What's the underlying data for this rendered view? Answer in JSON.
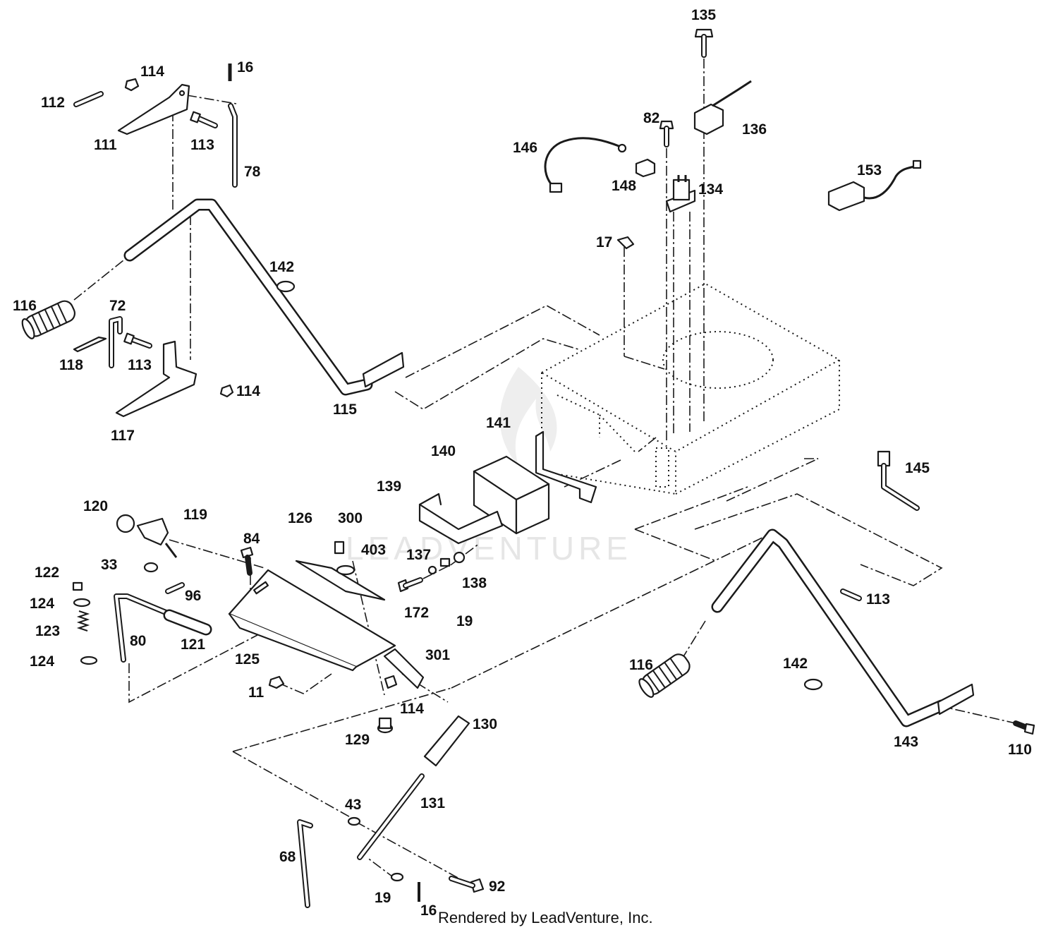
{
  "diagram": {
    "callouts": [
      {
        "id": "c-135",
        "text": "135"
      },
      {
        "id": "c-16-top",
        "text": "16"
      },
      {
        "id": "c-114-top",
        "text": "114"
      },
      {
        "id": "c-112",
        "text": "112"
      },
      {
        "id": "c-111",
        "text": "111"
      },
      {
        "id": "c-113-top",
        "text": "113"
      },
      {
        "id": "c-78",
        "text": "78"
      },
      {
        "id": "c-82",
        "text": "82"
      },
      {
        "id": "c-136",
        "text": "136"
      },
      {
        "id": "c-146",
        "text": "146"
      },
      {
        "id": "c-148",
        "text": "148"
      },
      {
        "id": "c-134",
        "text": "134"
      },
      {
        "id": "c-153",
        "text": "153"
      },
      {
        "id": "c-17",
        "text": "17"
      },
      {
        "id": "c-142-top",
        "text": "142"
      },
      {
        "id": "c-116-left",
        "text": "116"
      },
      {
        "id": "c-72",
        "text": "72"
      },
      {
        "id": "c-118",
        "text": "118"
      },
      {
        "id": "c-113-mid",
        "text": "113"
      },
      {
        "id": "c-114-mid",
        "text": "114"
      },
      {
        "id": "c-115",
        "text": "115"
      },
      {
        "id": "c-117",
        "text": "117"
      },
      {
        "id": "c-141",
        "text": "141"
      },
      {
        "id": "c-140",
        "text": "140"
      },
      {
        "id": "c-139",
        "text": "139"
      },
      {
        "id": "c-145",
        "text": "145"
      },
      {
        "id": "c-120",
        "text": "120"
      },
      {
        "id": "c-119",
        "text": "119"
      },
      {
        "id": "c-126",
        "text": "126"
      },
      {
        "id": "c-300",
        "text": "300"
      },
      {
        "id": "c-84",
        "text": "84"
      },
      {
        "id": "c-403",
        "text": "403"
      },
      {
        "id": "c-137",
        "text": "137"
      },
      {
        "id": "c-33",
        "text": "33"
      },
      {
        "id": "c-122",
        "text": "122"
      },
      {
        "id": "c-138",
        "text": "138"
      },
      {
        "id": "c-124-top",
        "text": "124"
      },
      {
        "id": "c-96",
        "text": "96"
      },
      {
        "id": "c-172",
        "text": "172"
      },
      {
        "id": "c-123",
        "text": "123"
      },
      {
        "id": "c-19-mid",
        "text": "19"
      },
      {
        "id": "c-113-right",
        "text": "113"
      },
      {
        "id": "c-80",
        "text": "80"
      },
      {
        "id": "c-121",
        "text": "121"
      },
      {
        "id": "c-125",
        "text": "125"
      },
      {
        "id": "c-124-bot",
        "text": "124"
      },
      {
        "id": "c-301",
        "text": "301"
      },
      {
        "id": "c-116-right",
        "text": "116"
      },
      {
        "id": "c-142-right",
        "text": "142"
      },
      {
        "id": "c-11",
        "text": "11"
      },
      {
        "id": "c-114-bot",
        "text": "114"
      },
      {
        "id": "c-130",
        "text": "130"
      },
      {
        "id": "c-129",
        "text": "129"
      },
      {
        "id": "c-143",
        "text": "143"
      },
      {
        "id": "c-110",
        "text": "110"
      },
      {
        "id": "c-131",
        "text": "131"
      },
      {
        "id": "c-43",
        "text": "43"
      },
      {
        "id": "c-68",
        "text": "68"
      },
      {
        "id": "c-92",
        "text": "92"
      },
      {
        "id": "c-19-bot",
        "text": "19"
      },
      {
        "id": "c-16-bot",
        "text": "16"
      }
    ],
    "credit": "Rendered by LeadVenture, Inc.",
    "watermark": "LEADVENTURE"
  }
}
